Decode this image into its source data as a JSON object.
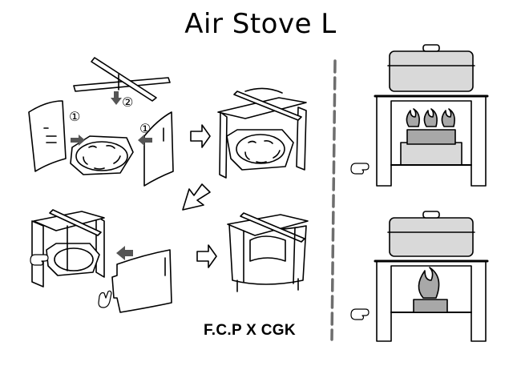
{
  "title": "Air Stove L",
  "credit": "F.C.P X CGK",
  "steps": [
    {
      "marker": "①",
      "part": "side-panel-left"
    },
    {
      "marker": "②",
      "part": "cross-bars"
    },
    {
      "marker": "①",
      "part": "side-panel-right"
    }
  ],
  "icons": [
    "pointing-hand-icon",
    "arrow-right-icon",
    "arrow-down-left-icon",
    "flame-icon",
    "pot-icon"
  ],
  "colors": {
    "line": "#000000",
    "arrow_gray": "#555555",
    "pot_gray": "#d9d9d9",
    "flame_gray": "#a8a8a8",
    "divider": "#6e6e6e"
  }
}
